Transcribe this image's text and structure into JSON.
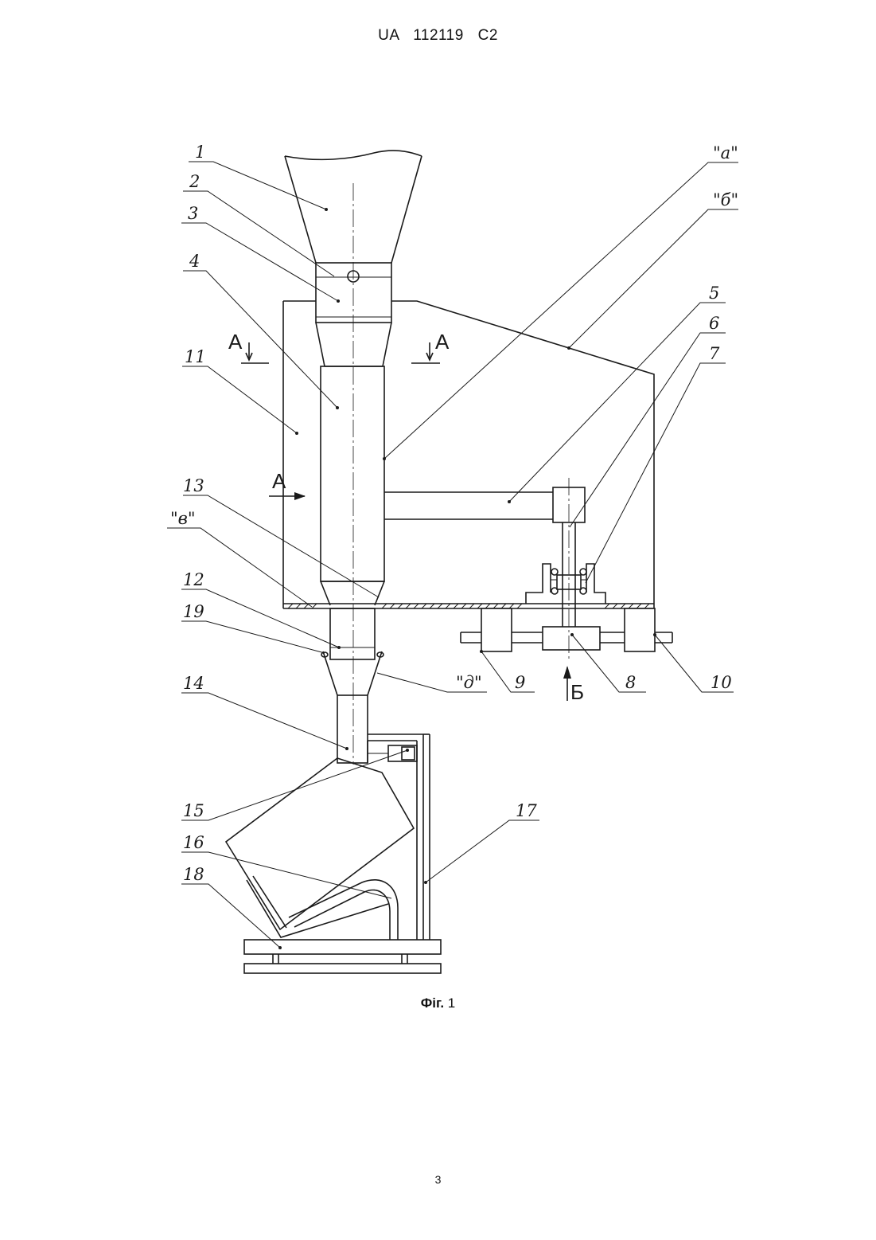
{
  "header": {
    "text": "UA 112119 C2"
  },
  "figure": {
    "caption_bold": "Фіг.",
    "caption_num": "1",
    "labels": {
      "n1": "1",
      "n2": "2",
      "n3": "3",
      "n4": "4",
      "n5": "5",
      "n6": "6",
      "n7": "7",
      "n8": "8",
      "n9": "9",
      "n10": "10",
      "n11": "11",
      "n12": "12",
      "n13": "13",
      "n14": "14",
      "n15": "15",
      "n16": "16",
      "n17": "17",
      "n18": "18",
      "n19": "19",
      "a": "\"а\"",
      "b": "\"б\"",
      "v": "\"в\"",
      "d": "\"д\""
    },
    "view_marks": {
      "a_left": "A",
      "a_right": "A",
      "a_arrow": "A",
      "b_arrow": "Б"
    }
  },
  "footer": {
    "page_number": "3"
  }
}
